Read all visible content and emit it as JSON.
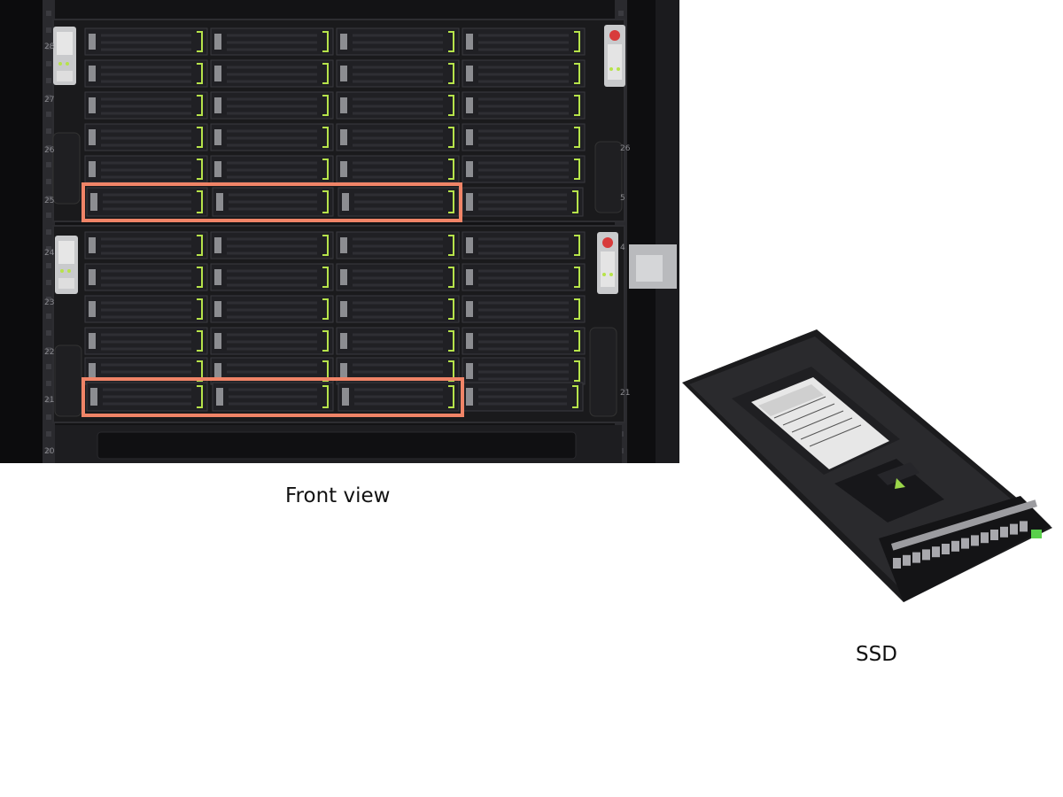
{
  "figure": {
    "front_caption": "Front view",
    "ssd_caption": "SSD"
  },
  "rack": {
    "unit_labels_left": [
      "28",
      "27",
      "26",
      "25",
      "24",
      "23",
      "22",
      "21",
      "20"
    ],
    "unit_labels_right": [
      "26",
      "5",
      "4",
      "21"
    ]
  },
  "colors": {
    "highlight": "#f08467",
    "drive_latch": "#b6e34a",
    "rack_frame": "#121214",
    "power_button": "#d83b3b"
  },
  "icons": {
    "highlight": "highlight-box",
    "power": "power-button-icon",
    "ssd": "ssd-drive-icon"
  }
}
